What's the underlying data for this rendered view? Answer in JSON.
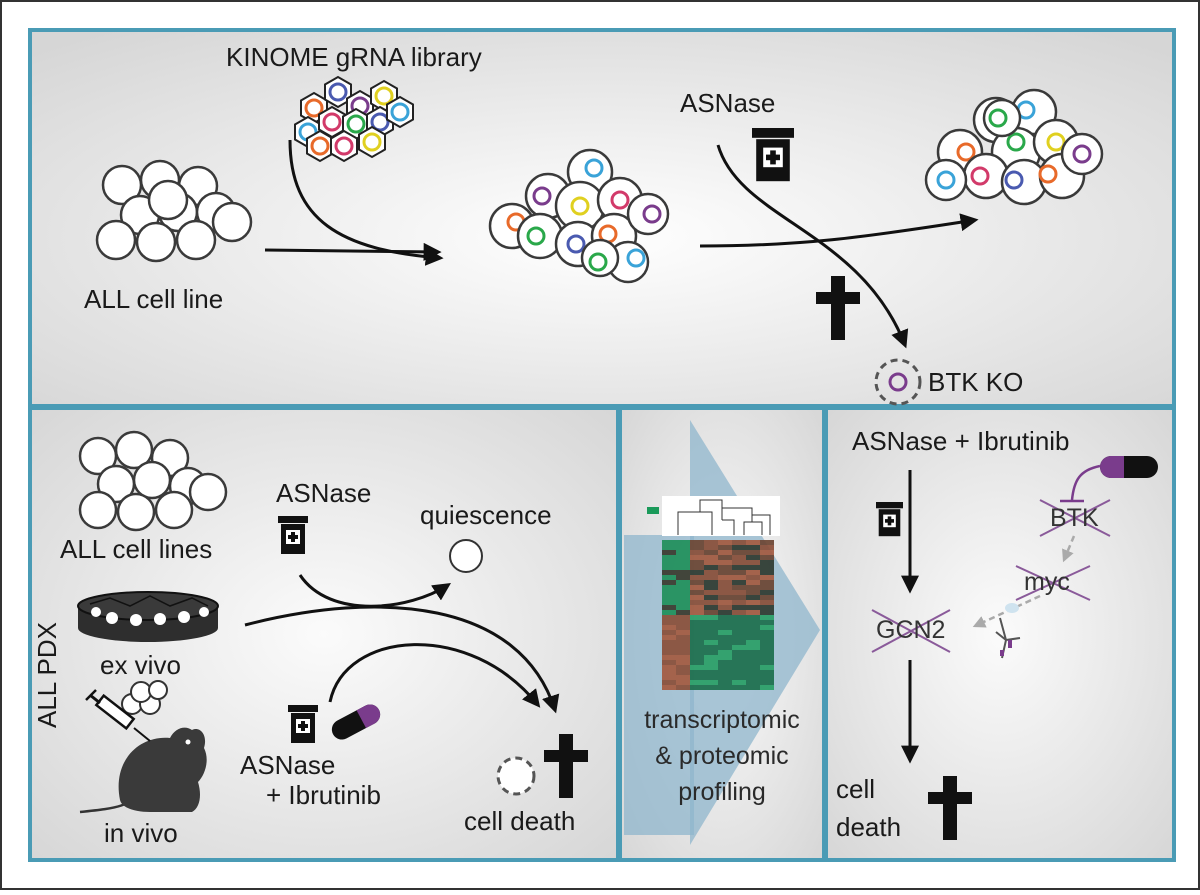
{
  "top": {
    "library_label": "KINOME gRNA library",
    "cell_line_label": "ALL cell line",
    "drug_label": "ASNase",
    "ko_label": "BTK KO"
  },
  "left": {
    "cell_lines_label": "ALL cell lines",
    "pdx_label": "ALL PDX",
    "ex_vivo_label": "ex vivo",
    "in_vivo_label": "in vivo",
    "drug_label": "ASNase",
    "quiescence_label": "quiescence",
    "combo_line1": "ASNase",
    "combo_line2": "+ Ibrutinib",
    "cell_death_label": "cell death"
  },
  "middle": {
    "line1": "transcriptomic",
    "line2": "& proteomic",
    "line3": "profiling"
  },
  "right": {
    "drugs_label": "ASNase  + Ibrutinib",
    "btk_label": "BTK",
    "myc_label": "myc",
    "gcn2_label": "GCN2",
    "death_line1": "cell",
    "death_line2": "death"
  },
  "colors": {
    "frame": "#4a9bb5",
    "outer_border": "#333333",
    "crossout": "#8a5a9a",
    "purple": "#7a3c8c",
    "arrow_gray": "#b0b0b0"
  }
}
